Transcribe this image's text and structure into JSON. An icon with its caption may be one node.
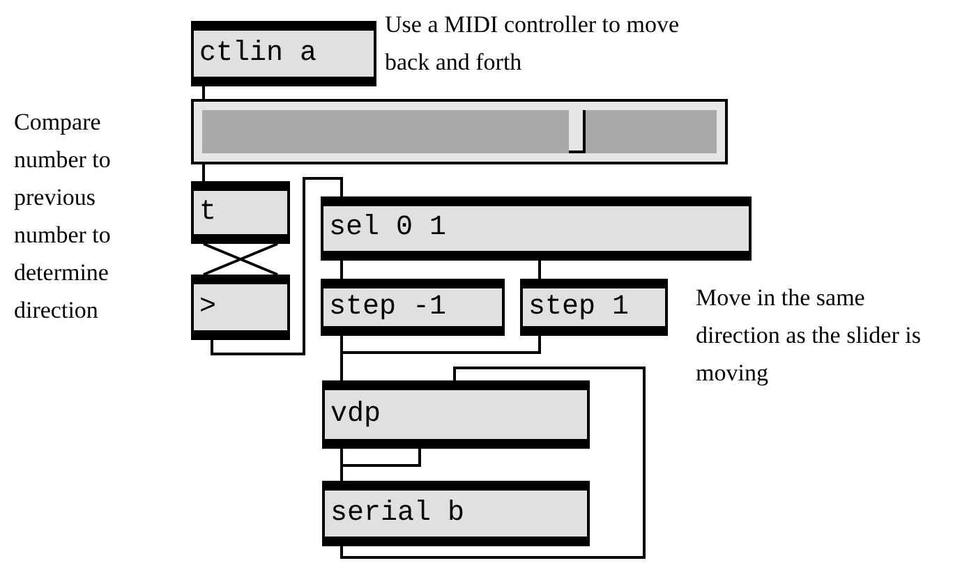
{
  "diagram": {
    "nodes": [
      {
        "text": [
          "ctlin a"
        ]
      },
      {
        "text": [],
        "shape": "bar"
      },
      {
        "text": [
          "t"
        ]
      },
      {
        "text": [
          ">"
        ]
      },
      {
        "text": [
          "sel 0 1"
        ]
      },
      {
        "text": [
          "step -1"
        ]
      },
      {
        "text": [
          "step 1"
        ]
      },
      {
        "text": [
          "vdp"
        ]
      },
      {
        "text": [
          "serial b"
        ]
      }
    ],
    "edges": [
      {
        "from": 0,
        "to": 1,
        "arrow": "none"
      },
      {
        "from": 1,
        "to": 2,
        "arrow": "none"
      },
      {
        "from": 2,
        "to": 3,
        "arrow": "none"
      },
      {
        "from": 2,
        "to": 3,
        "arrow": "none"
      },
      {
        "from": 3,
        "to": 4,
        "arrow": "none"
      },
      {
        "from": 4,
        "to": 5,
        "arrow": "none"
      },
      {
        "from": 4,
        "to": 6,
        "arrow": "none"
      },
      {
        "from": 5,
        "to": 7,
        "arrow": "none"
      },
      {
        "from": 6,
        "to": 7,
        "arrow": "none"
      },
      {
        "from": 7,
        "to": 8,
        "arrow": "none"
      },
      {
        "from": 7,
        "to": 8,
        "arrow": "none"
      },
      {
        "from": 8,
        "to": 7,
        "arrow": "none"
      }
    ],
    "labels": [
      "Use a MIDI controller to move back and forth",
      "Compare number to previous number to determine direction",
      "Move in the same direction as the slider is moving"
    ]
  }
}
